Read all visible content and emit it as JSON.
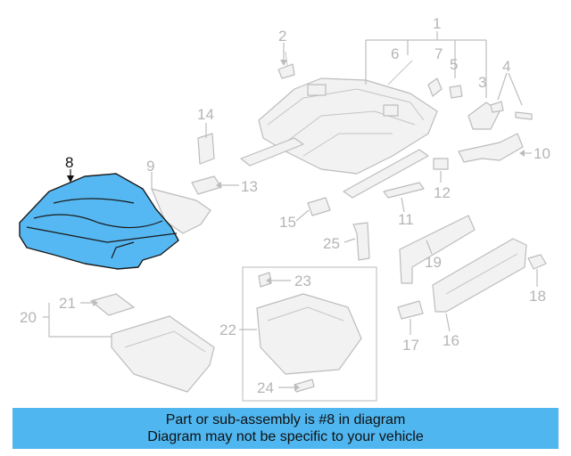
{
  "callouts": [
    {
      "id": "1",
      "label": "1"
    },
    {
      "id": "2",
      "label": "2"
    },
    {
      "id": "3",
      "label": "3"
    },
    {
      "id": "4",
      "label": "4"
    },
    {
      "id": "5",
      "label": "5"
    },
    {
      "id": "6",
      "label": "6"
    },
    {
      "id": "7",
      "label": "7"
    },
    {
      "id": "8",
      "label": "8"
    },
    {
      "id": "9",
      "label": "9"
    },
    {
      "id": "10",
      "label": "10"
    },
    {
      "id": "11",
      "label": "11"
    },
    {
      "id": "12",
      "label": "12"
    },
    {
      "id": "13",
      "label": "13"
    },
    {
      "id": "14",
      "label": "14"
    },
    {
      "id": "15",
      "label": "15"
    },
    {
      "id": "16",
      "label": "16"
    },
    {
      "id": "17",
      "label": "17"
    },
    {
      "id": "18",
      "label": "18"
    },
    {
      "id": "19",
      "label": "19"
    },
    {
      "id": "20",
      "label": "20"
    },
    {
      "id": "21",
      "label": "21"
    },
    {
      "id": "22",
      "label": "22"
    },
    {
      "id": "23",
      "label": "23"
    },
    {
      "id": "24",
      "label": "24"
    },
    {
      "id": "25",
      "label": "25"
    }
  ],
  "highlight": {
    "part": "8",
    "color": "#55b8f2"
  },
  "banner": {
    "line1": "Part or sub-assembly is #8 in diagram",
    "line2": "Diagram may not be specific to your vehicle",
    "color": "#4fb6f0"
  }
}
